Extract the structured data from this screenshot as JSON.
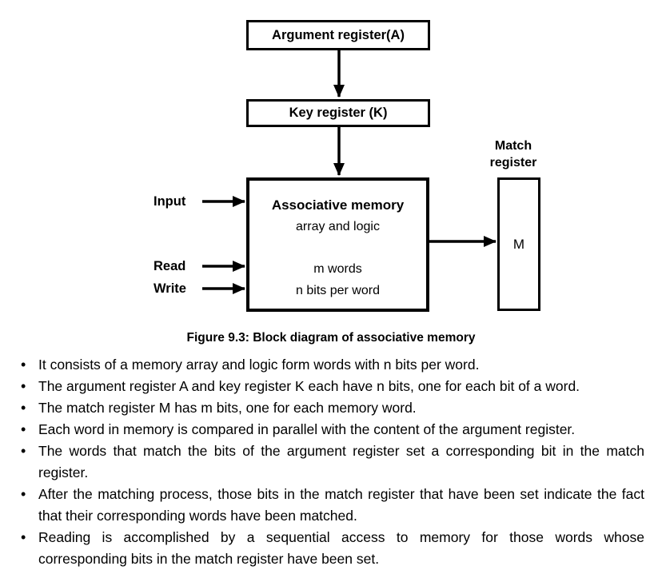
{
  "colors": {
    "ink": "#000000",
    "background": "#ffffff"
  },
  "diagram": {
    "argument_register_label": "Argument register(A)",
    "key_register_label": "Key register (K)",
    "associative_memory": {
      "title": "Associative memory",
      "subtitle": "array and logic",
      "size_line1": "m words",
      "size_line2": "n bits per word"
    },
    "match_register_label": "Match register",
    "match_register_cell": "M",
    "signals": {
      "input": "Input",
      "read": "Read",
      "write": "Write"
    }
  },
  "caption": "Figure 9.3: Block diagram of associative memory",
  "bullets": [
    "It consists of a memory array and logic form words with n bits per word.",
    "The argument register A and key register K each have n bits, one for each bit of a word.",
    "The match register M has m bits, one for each memory word.",
    "Each word in memory is compared in parallel with the content of the argument register.",
    "The words that match the bits of the argument register set a corresponding bit in the match register.",
    "After the matching process, those bits in the match register that have been set indicate the fact that their corresponding words have been matched.",
    "Reading is accomplished by a sequential access to memory for those words whose corresponding bits in the match register have been set."
  ]
}
